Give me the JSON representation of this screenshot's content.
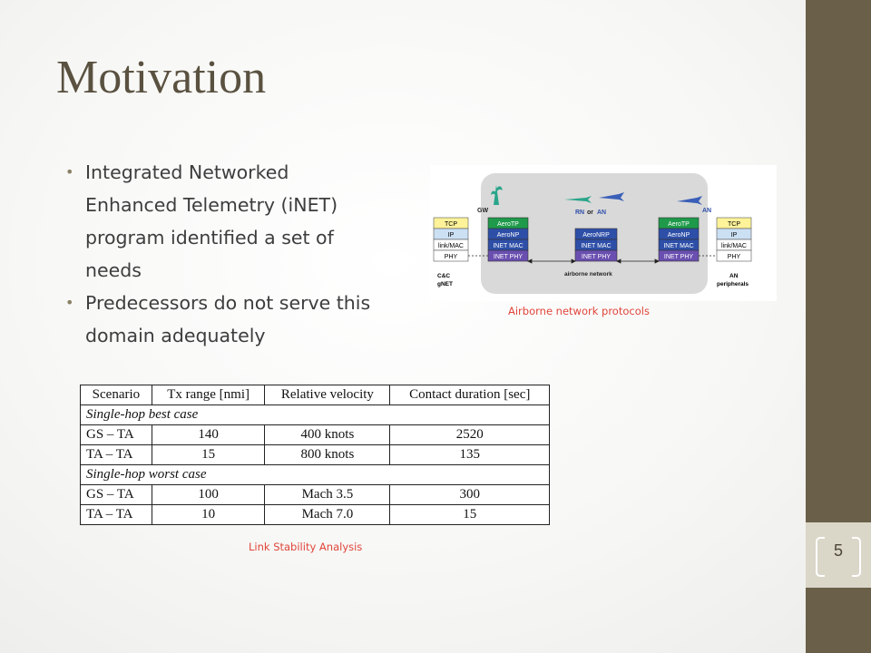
{
  "title": "Motivation",
  "bullets": [
    "Integrated Networked Enhanced Telemetry (iNET) program identified a set of needs",
    "Predecessors do not serve this domain adequately"
  ],
  "figure": {
    "caption": "Airborne network protocols",
    "top_labels": {
      "gw": "GW",
      "rn": "RN",
      "or": "or",
      "an_mid": "AN",
      "an_right": "AN"
    },
    "left_stack": [
      "TCP",
      "IP",
      "link/MAC",
      "PHY"
    ],
    "left_label": [
      "C&C",
      "gNET"
    ],
    "gw_stack": [
      "AeroTP",
      "AeroNP",
      "INET MAC",
      "INET PHY"
    ],
    "rn_stack": [
      "AeroNRP",
      "INET MAC",
      "INET PHY"
    ],
    "an_stack": [
      "AeroTP",
      "AeroNP",
      "INET MAC",
      "INET PHY"
    ],
    "right_stack": [
      "TCP",
      "IP",
      "link/MAC",
      "PHY"
    ],
    "right_label": [
      "AN",
      "peripherals"
    ],
    "network_label": "airborne network"
  },
  "table": {
    "caption": "Link Stability Analysis",
    "headers": [
      "Scenario",
      "Tx range [nmi]",
      "Relative velocity",
      "Contact duration [sec]"
    ],
    "sections": [
      {
        "title": "Single-hop best case",
        "rows": [
          [
            "GS – TA",
            "140",
            "400 knots",
            "2520"
          ],
          [
            "TA – TA",
            "15",
            "800 knots",
            "135"
          ]
        ]
      },
      {
        "title": "Single-hop worst case",
        "rows": [
          [
            "GS – TA",
            "100",
            "Mach 3.5",
            "300"
          ],
          [
            "TA – TA",
            "10",
            "Mach 7.0",
            "15"
          ]
        ]
      }
    ]
  },
  "page_number": "5",
  "colors": {
    "sidebar": "#6a5f48",
    "title": "#5a5140",
    "caption": "#e0453a",
    "tcp": "#fff39a",
    "ip": "#cce0f4",
    "aerotp": "#1e9a4a",
    "aeronp": "#2e4fa8",
    "inet_phy": "#6a4fb0"
  }
}
